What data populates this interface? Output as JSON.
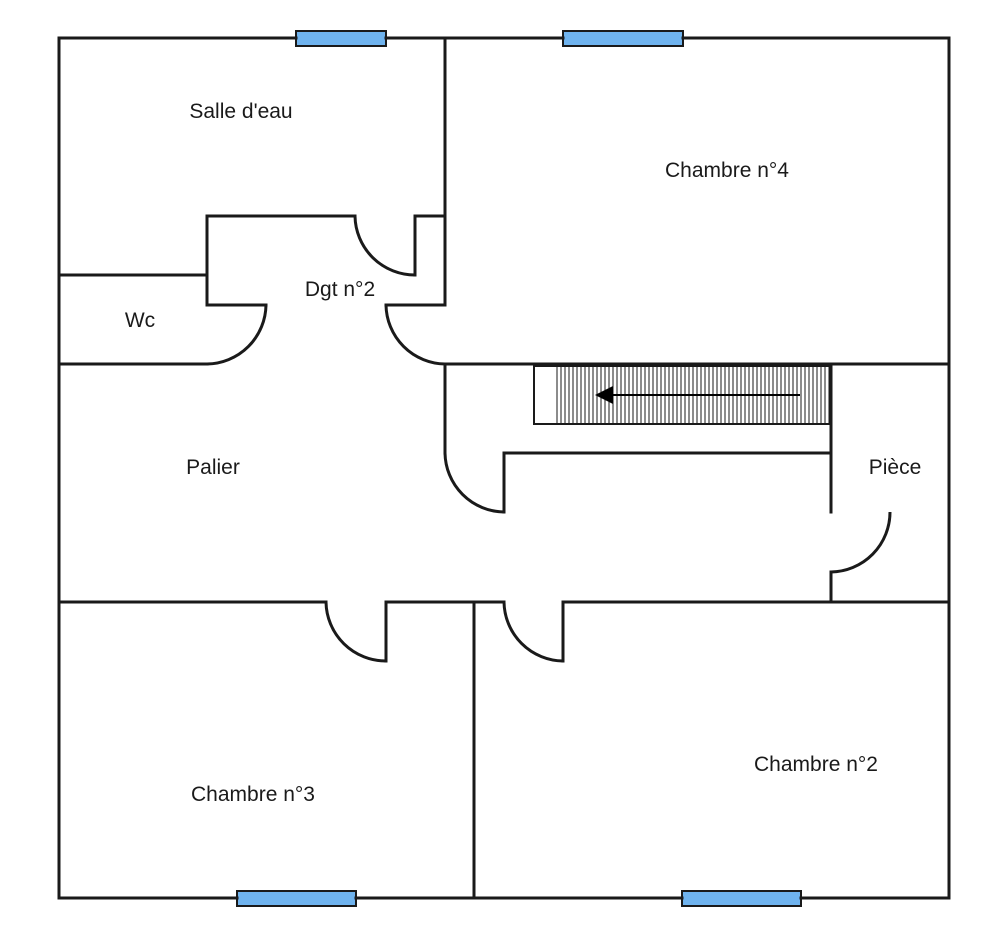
{
  "rooms": {
    "salle_eau": "Salle d'eau",
    "chambre4": "Chambre n°4",
    "dgt2": "Dgt n°2",
    "wc": "Wc",
    "palier": "Palier",
    "piece": "Pièce",
    "chambre3": "Chambre n°3",
    "chambre2": "Chambre n°2"
  },
  "colors": {
    "wall": "#1a1a1a",
    "window": "#6fb3ee",
    "background": "#ffffff"
  },
  "icons": {
    "stair_direction": "left-arrow"
  }
}
